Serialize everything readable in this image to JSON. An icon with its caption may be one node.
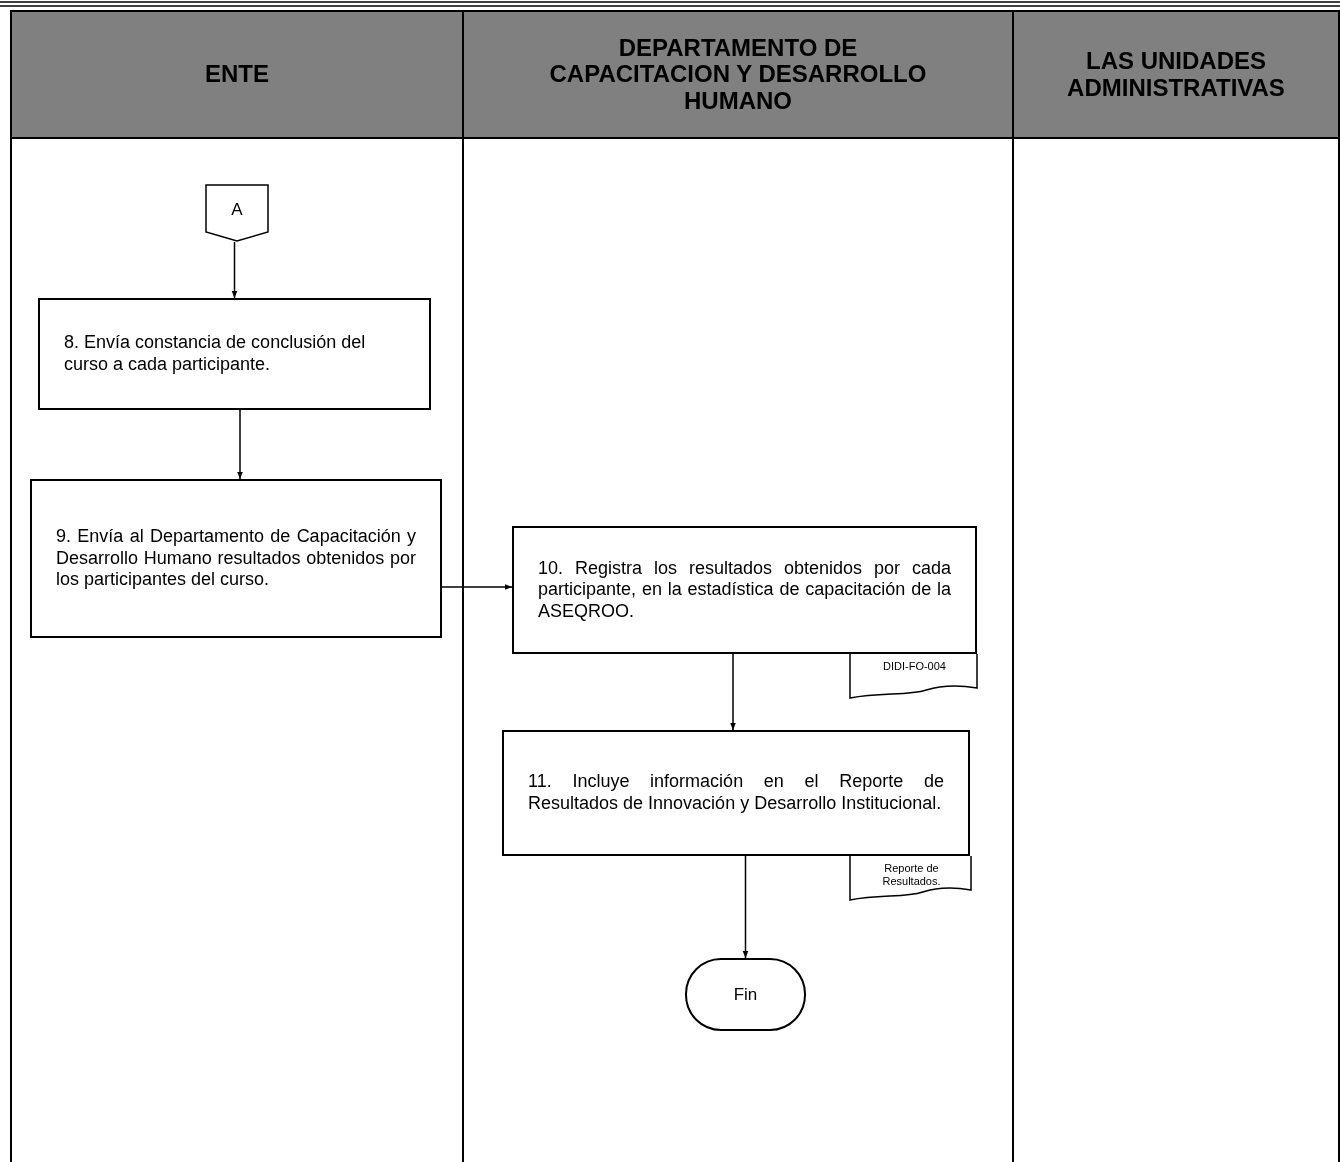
{
  "diagram": {
    "nodes": [
      {
        "text": [
          "ENTE"
        ]
      },
      {
        "text": [
          "DEPARTAMENTO DE CAPACITACION Y DESARROLLO HUMANO"
        ]
      },
      {
        "text": [
          "LAS UNIDADES ADMINISTRATIVAS"
        ]
      },
      {
        "text": [
          "A"
        ],
        "in": 0
      },
      {
        "text": [
          "8. Envía constancia de conclusión del curso a cada participante."
        ],
        "in": 0
      },
      {
        "text": [
          "9. Envía al Departamento de Capacitación y Desarrollo Humano resultados obtenidos por los participantes del curso."
        ],
        "in": 0
      },
      {
        "text": [
          "10. Registra los resultados obtenidos por cada participante, en la estadística de capacitación de la ASEQROO."
        ],
        "in": 1
      },
      {
        "text": [
          "DIDI-FO-004"
        ],
        "in": 1
      },
      {
        "text": [
          "11. Incluye información en el Reporte de Resultados de Innovación y Desarrollo Institucional."
        ],
        "in": 1
      },
      {
        "text": [
          "Reporte de Resultados."
        ],
        "in": 1
      },
      {
        "text": [
          "Fin"
        ],
        "in": 1
      }
    ],
    "edges": [
      {
        "from": 3,
        "to": 4,
        "arrow": "to"
      },
      {
        "from": 4,
        "to": 5,
        "arrow": "to"
      },
      {
        "from": 5,
        "to": 6,
        "arrow": "to"
      },
      {
        "from": 6,
        "to": 8,
        "arrow": "to"
      },
      {
        "from": 8,
        "to": 10,
        "arrow": "to"
      }
    ]
  }
}
